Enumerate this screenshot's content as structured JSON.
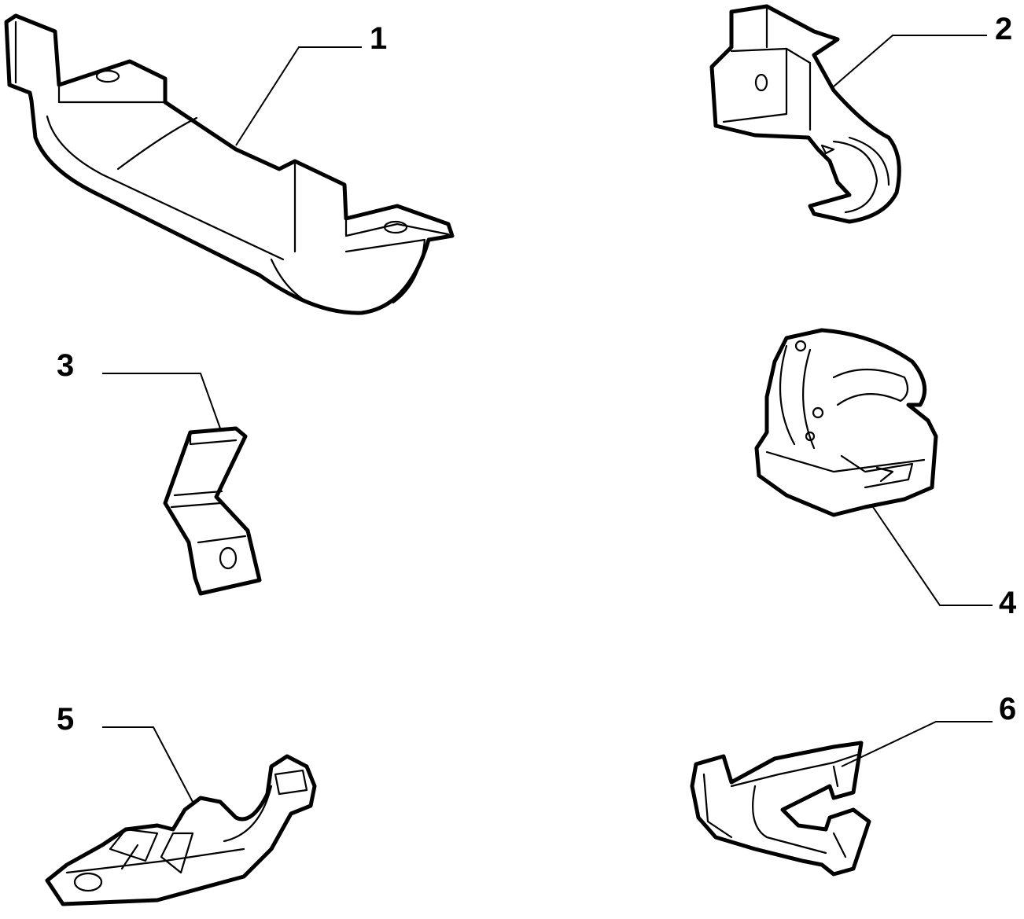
{
  "parts": [
    {
      "id": "part-1",
      "callout": "1"
    },
    {
      "id": "part-2",
      "callout": "2"
    },
    {
      "id": "part-3",
      "callout": "3"
    },
    {
      "id": "part-4",
      "callout": "4"
    },
    {
      "id": "part-5",
      "callout": "5"
    },
    {
      "id": "part-6",
      "callout": "6"
    }
  ]
}
